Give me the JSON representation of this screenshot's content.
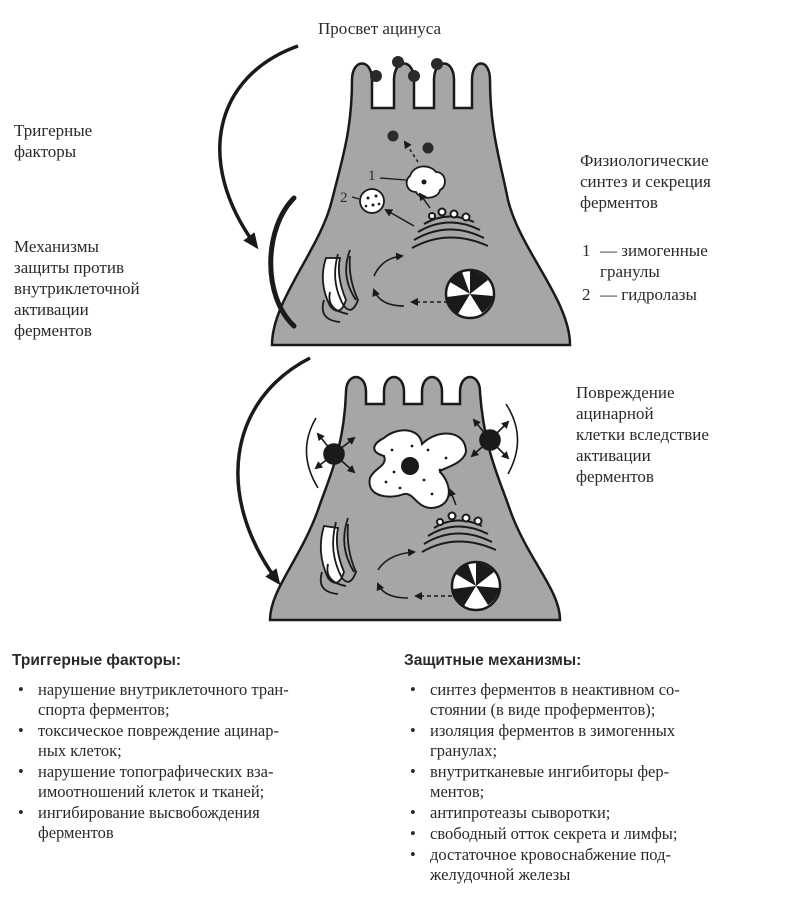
{
  "diagram": {
    "lumen_label": "Просвет ацинуса",
    "trigger_label": "Тригерные\nфакторы",
    "protection_label": "Механизмы\nзащиты против\nвнутриклеточной\nактивации\nферментов",
    "physiology_label": "Физиологические\nсинтез и секреция\nферментов",
    "legend_1_number": "1",
    "legend_1_text": "— зимогенные\n     гранулы",
    "legend_2_number": "2",
    "legend_2_text": "— гидролазы",
    "marker_1": "1",
    "marker_2": "2",
    "damage_label": "Повреждение\nацинарной\nклетки вследствие\nактивации\nферментов"
  },
  "triggers": {
    "title": "Триггерные факторы:",
    "items": [
      "нарушение внутриклеточного тран-\nспорта ферментов;",
      "токсическое повреждение ацинар-\nных клеток;",
      "нарушение топографических вза-\nимоотношений клеток и тканей;",
      "ингибирование    высвобождения\nферментов"
    ]
  },
  "protection": {
    "title": "Защитные механизмы:",
    "items": [
      "синтез ферментов в неактивном со-\nстоянии (в виде проферментов);",
      "изоляция ферментов в зимогенных\nгранулах;",
      "внутритканевые ингибиторы фер-\nментов;",
      "антипротеазы сыворотки;",
      "свободный отток секрета и лимфы;",
      "достаточное кровоснабжение под-\nжелудочной железы"
    ]
  },
  "colors": {
    "cell_fill": "#a6a6a6",
    "ink": "#1a1a1a",
    "paper": "#ffffff"
  }
}
